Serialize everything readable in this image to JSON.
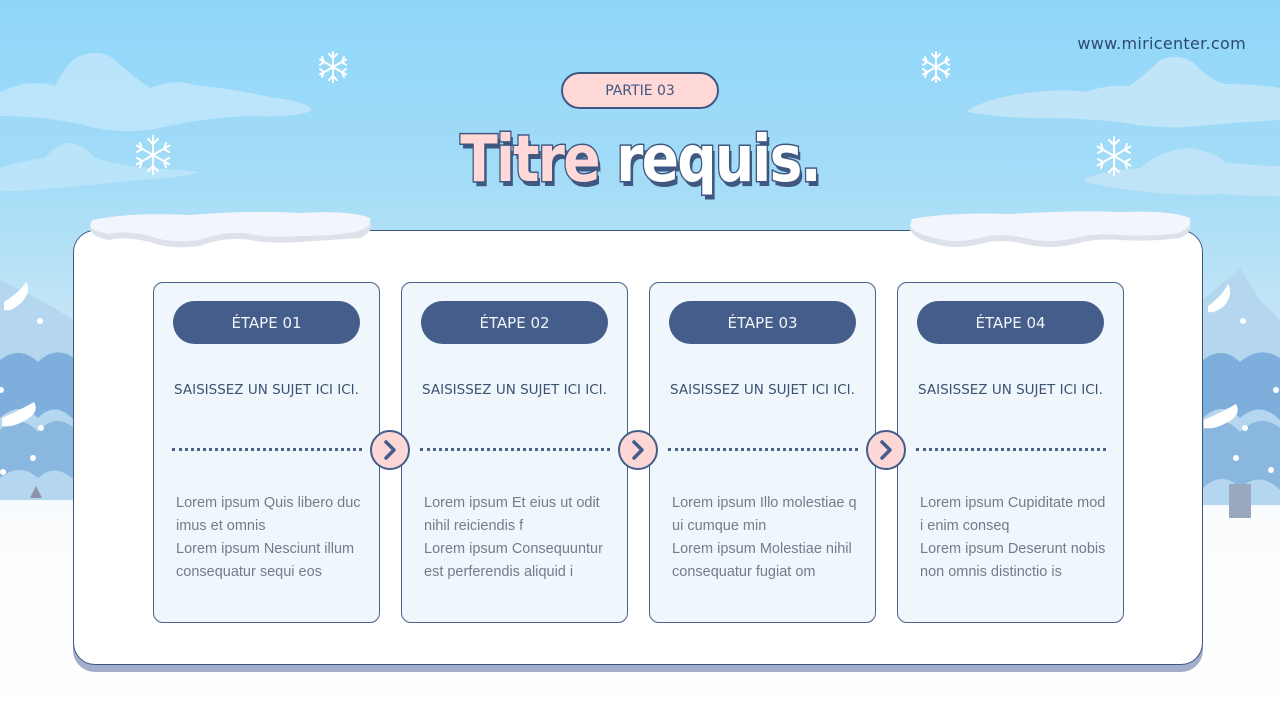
{
  "header": {
    "website": "www.miricenter.com",
    "part_label": "PARTIE 03",
    "title_part1": "Titre",
    "title_part2": "requis."
  },
  "colors": {
    "navy": "#3f5882",
    "pill_navy": "#445d8a",
    "pink": "#ffd8d8",
    "card_bg": "#eff7fd",
    "sky_top": "#8fd6fb",
    "body_text": "#737c8b"
  },
  "icons": {
    "arrow": "chevron-right-icon",
    "snowflake": "snowflake-icon",
    "tree": "pine-tree-icon"
  },
  "steps": [
    {
      "label": "ÉTAPE 01",
      "subject": "SAISISSEZ UN SUJET ICI ICI.",
      "body_line1": "Lorem ipsum Quis libero ducimus et omnis",
      "body_line2": "Lorem ipsum Nesciunt illum consequatur sequi eos"
    },
    {
      "label": "ÉTAPE 02",
      "subject": "SAISISSEZ UN SUJET ICI ICI.",
      "body_line1": "Lorem ipsum Et eius ut odit nihil reiciendis f",
      "body_line2": "Lorem ipsum Consequuntur est perferendis aliquid i"
    },
    {
      "label": "ÉTAPE 03",
      "subject": "SAISISSEZ UN SUJET ICI ICI.",
      "body_line1": "Lorem ipsum Illo molestiae qui cumque min",
      "body_line2": "Lorem ipsum Molestiae nihil consequatur fugiat om"
    },
    {
      "label": "ÉTAPE 04",
      "subject": "SAISISSEZ UN SUJET ICI ICI.",
      "body_line1": "Lorem ipsum Cupiditate modi enim conseq",
      "body_line2": "Lorem ipsum Deserunt nobis non omnis distinctio is"
    }
  ]
}
